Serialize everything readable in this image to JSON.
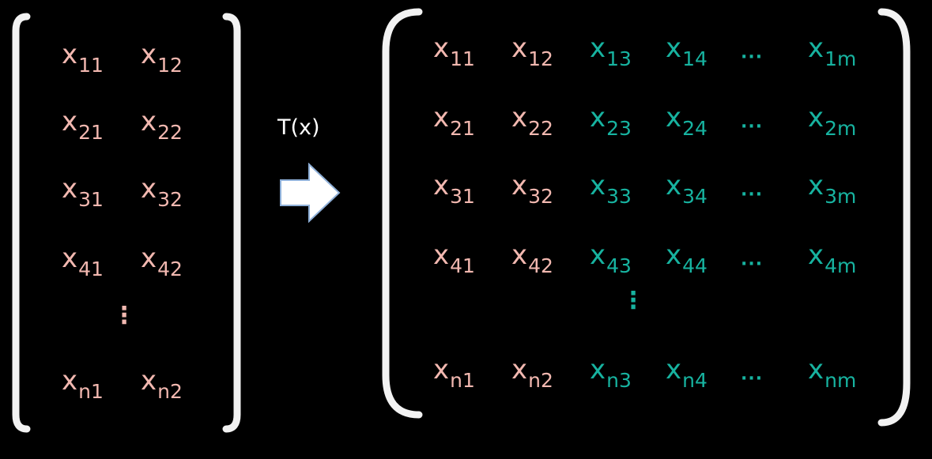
{
  "transform": {
    "label": "T(x)",
    "arrow_icon": "right-arrow-icon"
  },
  "colors": {
    "original": "#f2b8b0",
    "generated": "#17b3a0",
    "bracket": "#f2f2f2",
    "background": "#000000"
  },
  "left_matrix": {
    "rows": [
      [
        {
          "base": "x",
          "sub": "11"
        },
        {
          "base": "x",
          "sub": "12"
        }
      ],
      [
        {
          "base": "x",
          "sub": "21"
        },
        {
          "base": "x",
          "sub": "22"
        }
      ],
      [
        {
          "base": "x",
          "sub": "31"
        },
        {
          "base": "x",
          "sub": "32"
        }
      ],
      [
        {
          "base": "x",
          "sub": "41"
        },
        {
          "base": "x",
          "sub": "42"
        }
      ],
      [
        {
          "base": "x",
          "sub": "n1"
        },
        {
          "base": "x",
          "sub": "n2"
        }
      ]
    ],
    "vertical_ellipsis": "⋮"
  },
  "right_matrix": {
    "rows": [
      [
        {
          "base": "x",
          "sub": "11"
        },
        {
          "base": "x",
          "sub": "12"
        },
        {
          "base": "x",
          "sub": "13"
        },
        {
          "base": "x",
          "sub": "14"
        },
        "···",
        {
          "base": "x",
          "sub": "1m"
        }
      ],
      [
        {
          "base": "x",
          "sub": "21"
        },
        {
          "base": "x",
          "sub": "22"
        },
        {
          "base": "x",
          "sub": "23"
        },
        {
          "base": "x",
          "sub": "24"
        },
        "···",
        {
          "base": "x",
          "sub": "2m"
        }
      ],
      [
        {
          "base": "x",
          "sub": "31"
        },
        {
          "base": "x",
          "sub": "32"
        },
        {
          "base": "x",
          "sub": "33"
        },
        {
          "base": "x",
          "sub": "34"
        },
        "···",
        {
          "base": "x",
          "sub": "3m"
        }
      ],
      [
        {
          "base": "x",
          "sub": "41"
        },
        {
          "base": "x",
          "sub": "42"
        },
        {
          "base": "x",
          "sub": "43"
        },
        {
          "base": "x",
          "sub": "44"
        },
        "···",
        {
          "base": "x",
          "sub": "4m"
        }
      ],
      [
        {
          "base": "x",
          "sub": "n1"
        },
        {
          "base": "x",
          "sub": "n2"
        },
        {
          "base": "x",
          "sub": "n3"
        },
        {
          "base": "x",
          "sub": "n4"
        },
        "···",
        {
          "base": "x",
          "sub": "nm"
        }
      ]
    ],
    "vertical_ellipsis": "⋮",
    "row_ellipsis": "···"
  }
}
